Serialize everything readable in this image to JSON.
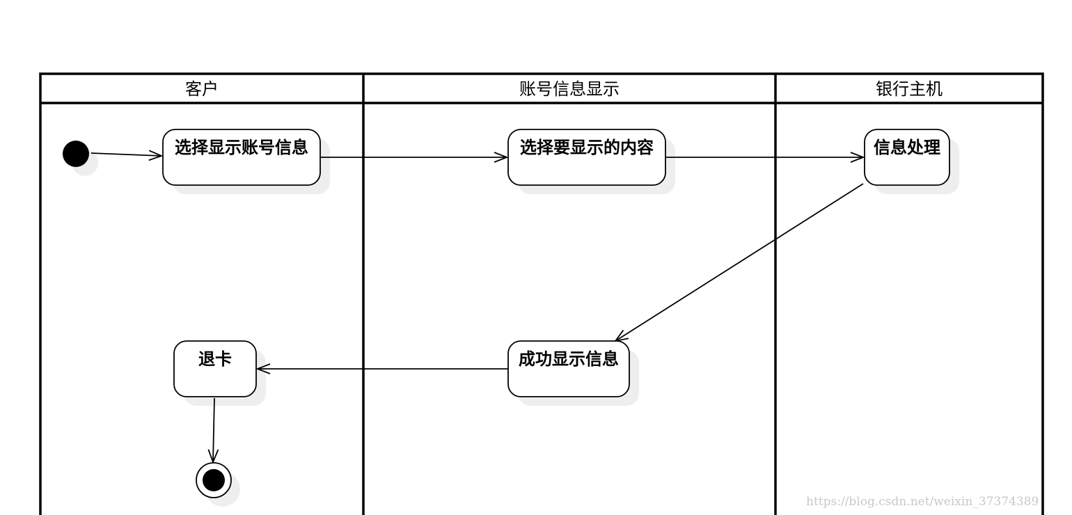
{
  "diagram": {
    "type": "uml-activity-swimlane",
    "lanes": [
      {
        "id": "lane-customer",
        "title": "客户"
      },
      {
        "id": "lane-account-display",
        "title": "账号信息显示"
      },
      {
        "id": "lane-bank-host",
        "title": "银行主机"
      }
    ],
    "nodes": [
      {
        "id": "initial",
        "kind": "initial"
      },
      {
        "id": "select-show-account",
        "kind": "action",
        "label": "选择显示账号信息"
      },
      {
        "id": "select-content",
        "kind": "action",
        "label": "选择要显示的内容"
      },
      {
        "id": "info-processing",
        "kind": "action",
        "label": "信息处理"
      },
      {
        "id": "success-show-info",
        "kind": "action",
        "label": "成功显示信息"
      },
      {
        "id": "eject-card",
        "kind": "action",
        "label": "退卡"
      },
      {
        "id": "final",
        "kind": "final"
      }
    ],
    "edges": [
      {
        "from": "initial",
        "to": "select-show-account"
      },
      {
        "from": "select-show-account",
        "to": "select-content"
      },
      {
        "from": "select-content",
        "to": "info-processing"
      },
      {
        "from": "info-processing",
        "to": "success-show-info"
      },
      {
        "from": "success-show-info",
        "to": "eject-card"
      },
      {
        "from": "eject-card",
        "to": "final"
      }
    ]
  },
  "watermark": "https://blog.csdn.net/weixin_37374389",
  "colors": {
    "stroke": "#000000",
    "fill": "#ffffff",
    "shadow": "#eeeeee",
    "watermark": "#c8c8c8"
  }
}
